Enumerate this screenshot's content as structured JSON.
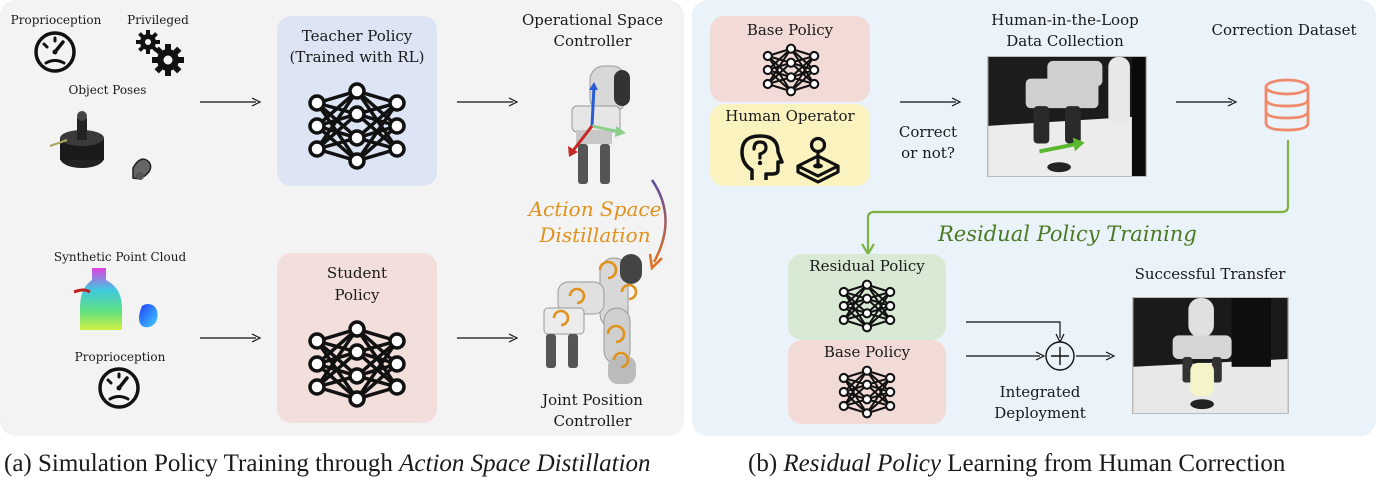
{
  "panel_a": {
    "inputs": {
      "proprioception": "Proprioception",
      "privileged": "Privileged",
      "object_poses": "Object Poses",
      "synthetic_point_cloud": "Synthetic Point Cloud",
      "proprioception_2": "Proprioception"
    },
    "teacher_policy": {
      "line1": "Teacher Policy",
      "line2": "(Trained with RL)"
    },
    "student_policy": {
      "line1": "Student",
      "line2": "Policy"
    },
    "operational_space_controller": {
      "line1": "Operational Space",
      "line2": "Controller"
    },
    "action_space_distillation": {
      "line1": "Action Space",
      "line2": "Distillation"
    },
    "joint_position_controller": {
      "line1": "Joint Position",
      "line2": "Controller"
    }
  },
  "panel_b": {
    "base_policy_top": "Base Policy",
    "human_operator": "Human Operator",
    "correct_or_not": {
      "line1": "Correct",
      "line2": "or not?"
    },
    "hitl": {
      "line1": "Human-in-the-Loop",
      "line2": "Data Collection"
    },
    "correction_dataset": "Correction Dataset",
    "residual_policy_training": "Residual Policy Training",
    "residual_policy": "Residual Policy",
    "base_policy_bottom": "Base Policy",
    "integrated_deployment": {
      "line1": "Integrated",
      "line2": "Deployment"
    },
    "successful_transfer": "Successful Transfer"
  },
  "captions": {
    "a_prefix": "(a) Simulation Policy Training through ",
    "a_italic": "Action Space Distillation",
    "b_prefix": "(b) ",
    "b_italic": "Residual Policy",
    "b_suffix": " Learning from Human Correction"
  },
  "colors": {
    "panel_a_bg": "#f3f3f3",
    "panel_b_bg": "#eaf2fa",
    "teacher_box": "#dde4f3",
    "student_box": "#f2dedb",
    "base_box": "#f2dad6",
    "human_box": "#fbf3bf",
    "residual_box": "#d8ead3",
    "green_arrow": "#7cb342",
    "orange": "#e0921c",
    "database": "#f08a6a"
  },
  "icons": [
    "gauge-icon",
    "gears-icon",
    "neural-network-icon",
    "head-question-icon",
    "joystick-icon",
    "database-icon",
    "plus-circle-icon",
    "robot-gripper-icon"
  ]
}
